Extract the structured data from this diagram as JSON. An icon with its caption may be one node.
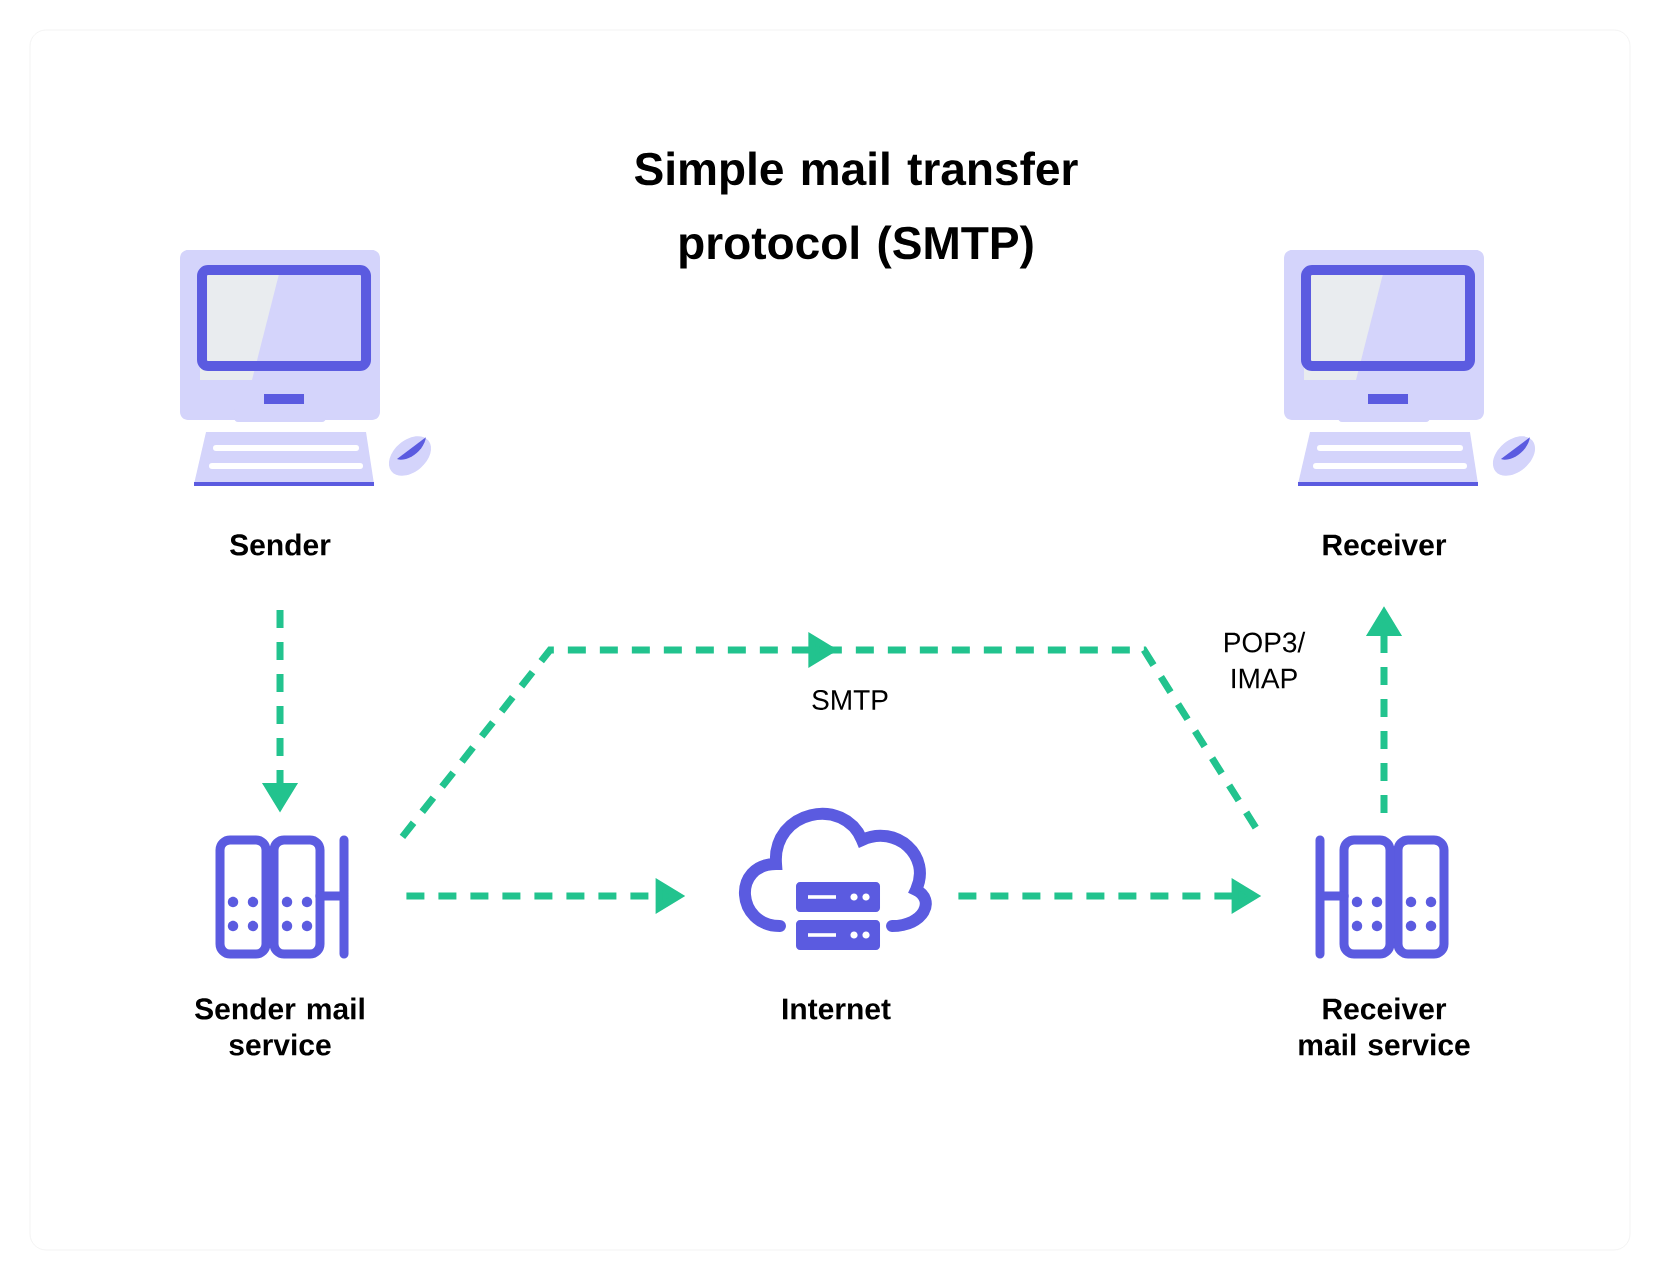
{
  "diagram": {
    "title": "Simple mail transfer protocol (SMTP)",
    "nodes": [
      {
        "text": [
          "Sender"
        ]
      },
      {
        "text": [
          "Receiver"
        ]
      },
      {
        "text": [
          "Sender mail service"
        ]
      },
      {
        "text": [
          "Internet"
        ]
      },
      {
        "text": [
          "Receiver mail service"
        ]
      }
    ],
    "edges": [
      {
        "from": 0,
        "to": 2,
        "arrow": "to",
        "style": "dashed"
      },
      {
        "from": 2,
        "to": 3,
        "arrow": "to",
        "style": "dashed"
      },
      {
        "from": 3,
        "to": 4,
        "arrow": "to",
        "style": "dashed"
      },
      {
        "from": 2,
        "to": 4,
        "arrow": "to",
        "style": "dashed",
        "label": "SMTP"
      },
      {
        "from": 4,
        "to": 1,
        "arrow": "to",
        "style": "dashed",
        "label": "POP3/ IMAP"
      }
    ]
  }
}
